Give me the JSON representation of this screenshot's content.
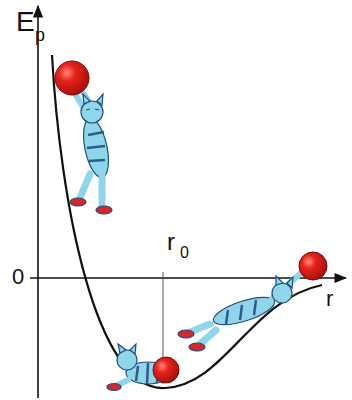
{
  "diagram": {
    "labels": [
      "E",
      "p",
      "r",
      "0",
      "0",
      "r"
    ]
  }
}
